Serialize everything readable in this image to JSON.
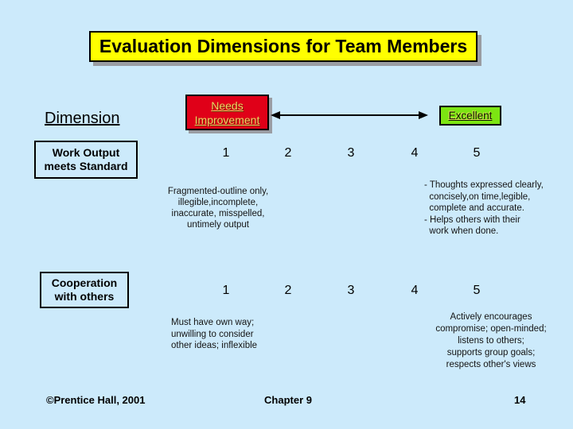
{
  "slide": {
    "title": "Evaluation Dimensions for Team Members",
    "colors": {
      "background": "#CCEAFB",
      "title_bg": "#FFFF00",
      "needs_bg": "#E00018",
      "excellent_bg": "#7CE512",
      "gold_text": "#F0D464",
      "shadow": "#9A9DA3"
    },
    "header": {
      "dimension_label": "Dimension",
      "needs_improvement_label": "Needs\nImprovement",
      "excellent_label": "Excellent"
    },
    "rows": [
      {
        "dimension": "Work Output\nmeets Standard",
        "scale": [
          "1",
          "2",
          "3",
          "4",
          "5"
        ],
        "low_description": "Fragmented-outline only,\nillegible,incomplete,\ninaccurate, misspelled,\nuntimely output",
        "high_description": "- Thoughts expressed clearly,\n  concisely,on time,legible,\n  complete and accurate.\n- Helps others with their\n  work when done."
      },
      {
        "dimension": "Cooperation\nwith others",
        "scale": [
          "1",
          "2",
          "3",
          "4",
          "5"
        ],
        "low_description": "Must have own way;\nunwilling to consider\nother ideas; inflexible",
        "high_description": "Actively encourages\ncompromise; open-minded;\nlistens to others;\nsupports group goals;\nrespects other's views"
      }
    ],
    "footer": {
      "copyright": "©Prentice Hall, 2001",
      "chapter": "Chapter 9",
      "page_number": "14"
    }
  }
}
